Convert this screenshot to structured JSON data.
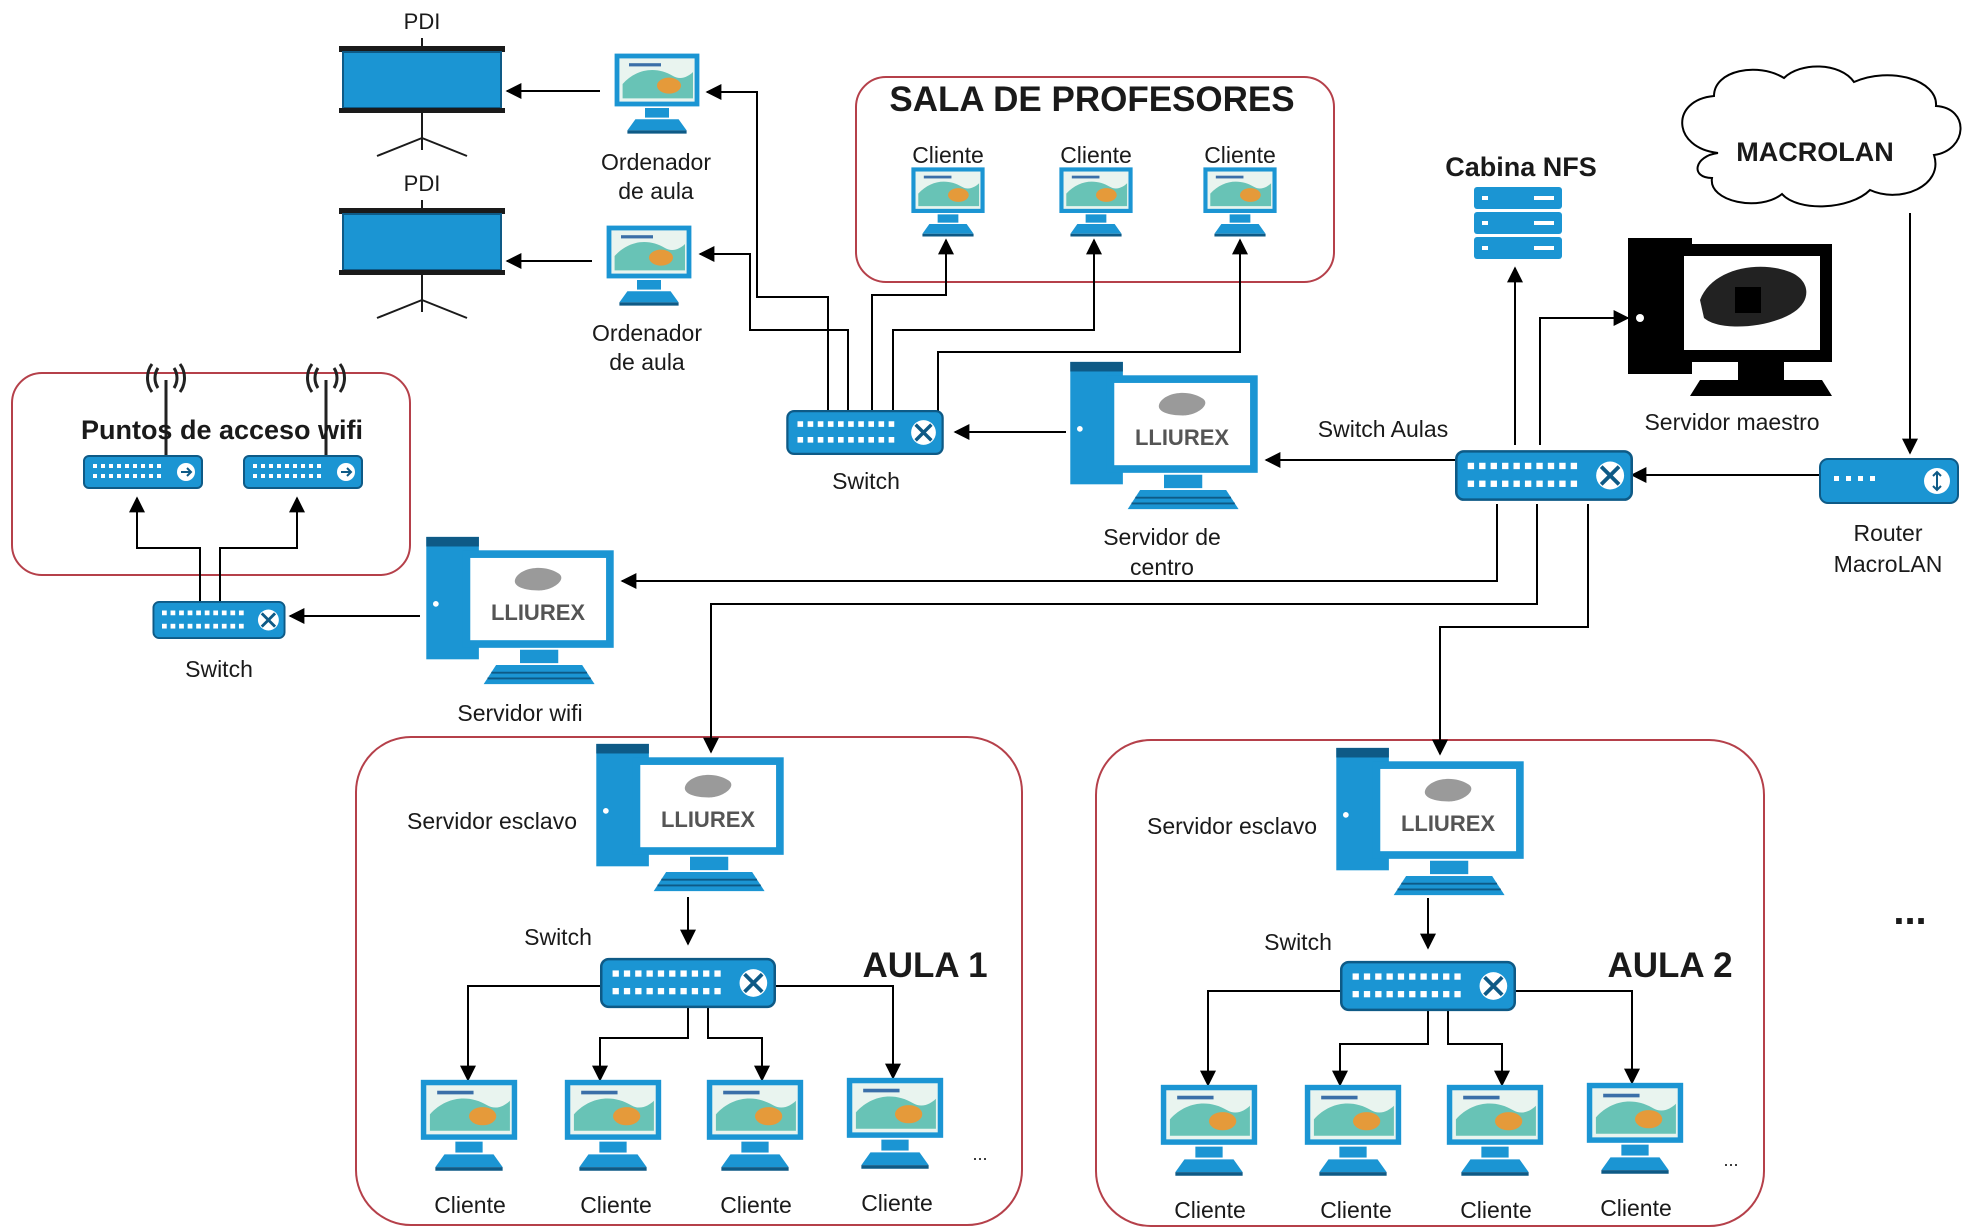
{
  "sala": {
    "title": "SALA DE PROFESORES",
    "clients": [
      "Cliente",
      "Cliente",
      "Cliente"
    ]
  },
  "pdi": [
    "PDI",
    "PDI"
  ],
  "ordenadores": [
    {
      "line1": "Ordenador",
      "line2": "de aula"
    },
    {
      "line1": "Ordenador",
      "line2": "de aula"
    }
  ],
  "switch_central": {
    "label": "Switch"
  },
  "servidor_centro": {
    "line1": "Servidor de",
    "line2": "centro",
    "logo": "LLIUREX"
  },
  "switch_aulas": {
    "label": "Switch Aulas"
  },
  "cabina_nfs": {
    "label": "Cabina NFS"
  },
  "macrolan": {
    "label": "MACROLAN"
  },
  "servidor_maestro": {
    "label": "Servidor maestro"
  },
  "router": {
    "line1": "Router",
    "line2": "MacroLAN"
  },
  "wifi": {
    "title": "Puntos de acceso wifi",
    "switch_label": "Switch",
    "server_label": "Servidor wifi",
    "logo": "LLIUREX"
  },
  "aula1": {
    "title": "AULA 1",
    "server_label": "Servidor esclavo",
    "switch_label": "Switch",
    "logo": "LLIUREX",
    "clients": [
      "Cliente",
      "Cliente",
      "Cliente",
      "Cliente"
    ],
    "more": "..."
  },
  "aula2": {
    "title": "AULA 2",
    "server_label": "Servidor esclavo",
    "switch_label": "Switch",
    "logo": "LLIUREX",
    "clients": [
      "Cliente",
      "Cliente",
      "Cliente",
      "Cliente"
    ],
    "more": "..."
  },
  "more_aulas": "...",
  "colors": {
    "device_blue": "#1b95d3",
    "device_dark": "#0e5a86",
    "group_border": "#b5404a"
  },
  "icons": [
    "projector-screen-icon",
    "monitor-icon",
    "tower-server-icon",
    "network-switch-icon",
    "router-icon",
    "wifi-access-point-icon",
    "nfs-storage-icon",
    "cloud-icon"
  ]
}
